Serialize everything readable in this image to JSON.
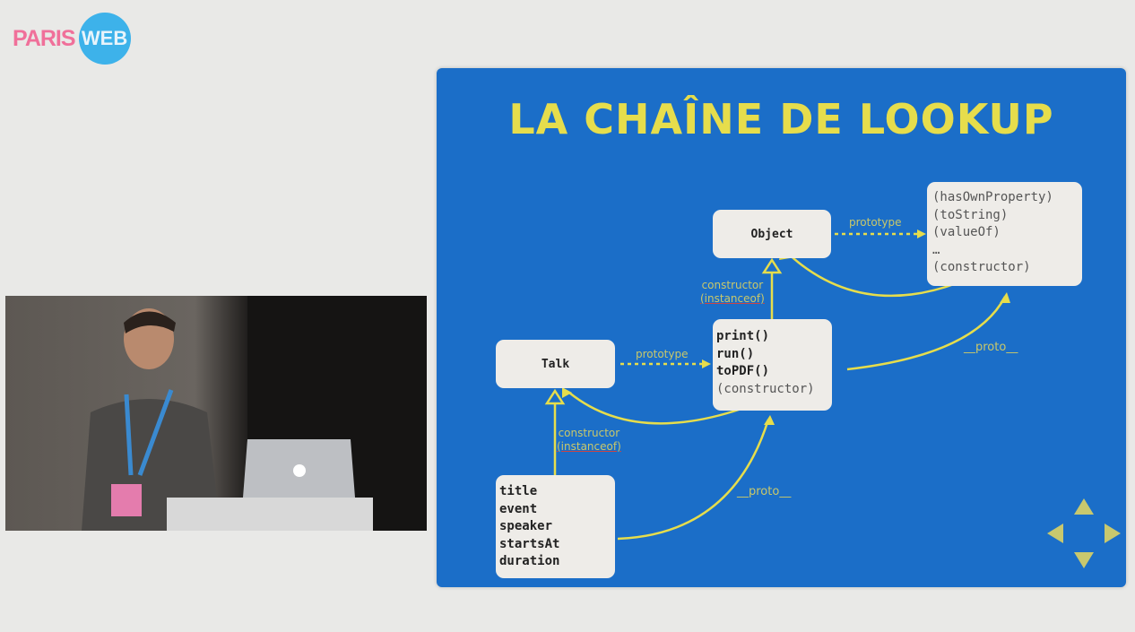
{
  "logo": {
    "left": "PARIS",
    "right": "WEB"
  },
  "slide": {
    "title": "LA CHAÎNE DE LOOKUP",
    "object_box": {
      "label": "Object"
    },
    "object_proto_box": {
      "lines": [
        "(hasOwnProperty)",
        "(toString)",
        "(valueOf)",
        "…",
        "(constructor)"
      ]
    },
    "talk_box": {
      "label": "Talk"
    },
    "talk_proto_box": {
      "lines": [
        "print()",
        "run()",
        "toPDF()",
        "(constructor)"
      ]
    },
    "instance_box": {
      "lines": [
        "title",
        "event",
        "speaker",
        "startsAt",
        "duration"
      ]
    },
    "labels": {
      "prototype_top": "prototype",
      "prototype_mid": "prototype",
      "constructor_top": "constructor",
      "instanceof_top": "(instanceof)",
      "constructor_bottom": "constructor",
      "instanceof_bottom": "(instanceof)",
      "proto_right": "__proto__",
      "proto_bottom": "__proto__"
    },
    "colors": {
      "background": "#1b6ec8",
      "accent": "#e6dd4c",
      "nav": "#c8c86e"
    }
  }
}
